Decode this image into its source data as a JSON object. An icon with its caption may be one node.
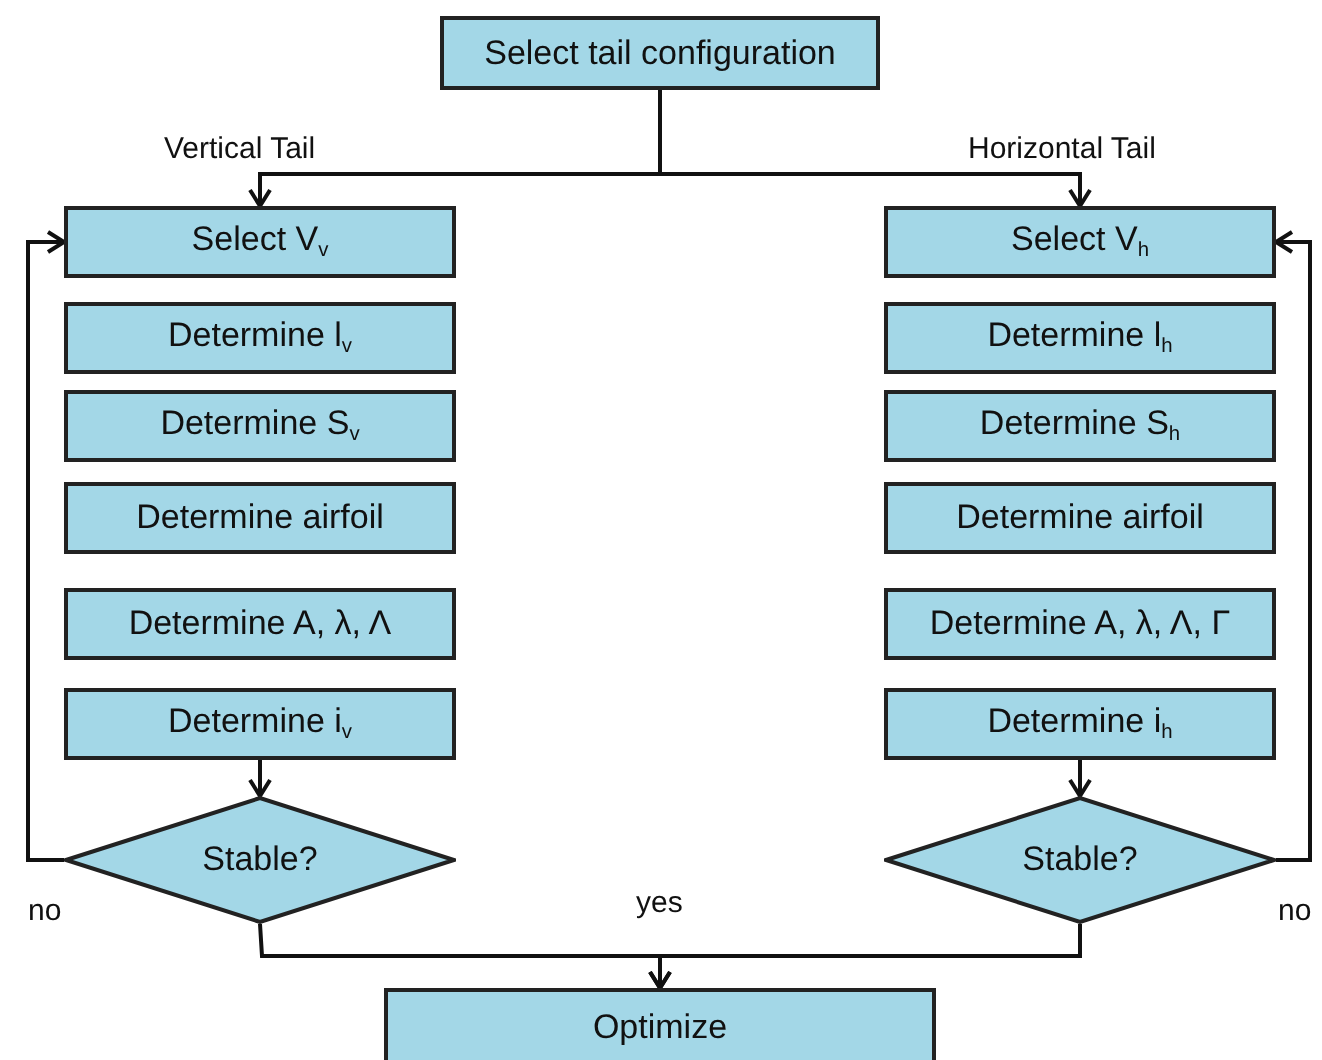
{
  "diagram": {
    "nodes": [
      {
        "text": [
          "Select tail configuration"
        ]
      },
      {
        "text": [
          "Select V$_{v}$"
        ]
      },
      {
        "text": [
          "Determine l$_{v}$"
        ]
      },
      {
        "text": [
          "Determine S$_{v}$"
        ]
      },
      {
        "text": [
          "Determine airfoil"
        ]
      },
      {
        "text": [
          "Determine A, λ, Λ"
        ]
      },
      {
        "text": [
          "Determine i$_{v}$"
        ]
      },
      {
        "text": [
          "Stable?"
        ]
      },
      {
        "text": [
          "Select V$_{h}$"
        ]
      },
      {
        "text": [
          "Determine l$_{h}$"
        ]
      },
      {
        "text": [
          "Determine S$_{h}$"
        ]
      },
      {
        "text": [
          "Determine airfoil"
        ]
      },
      {
        "text": [
          "Determine A, λ, Λ, Γ"
        ]
      },
      {
        "text": [
          "Determine i$_{h}$"
        ]
      },
      {
        "text": [
          "Stable?"
        ]
      },
      {
        "text": [
          "Optimize"
        ]
      }
    ],
    "edges": [
      {
        "from": 0,
        "to": 1,
        "arrow": "to",
        "label": "Vertical Tail"
      },
      {
        "from": 0,
        "to": 8,
        "arrow": "to",
        "label": "Horizontal Tail"
      },
      {
        "from": 6,
        "to": 7,
        "arrow": "to"
      },
      {
        "from": 13,
        "to": 14,
        "arrow": "to"
      },
      {
        "from": 7,
        "to": 1,
        "arrow": "to",
        "label": "no"
      },
      {
        "from": 14,
        "to": 8,
        "arrow": "to",
        "label": "no"
      },
      {
        "from": 7,
        "to": 15,
        "arrow": "to"
      },
      {
        "from": 14,
        "to": 15,
        "arrow": "to"
      }
    ],
    "labels": [
      "yes"
    ]
  }
}
